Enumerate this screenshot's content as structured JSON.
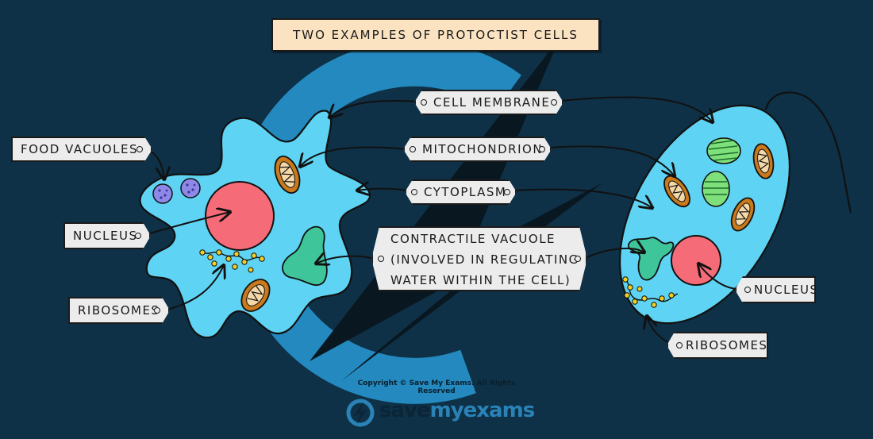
{
  "title": "TWO EXAMPLES OF PROTOCTIST CELLS",
  "labels": {
    "cell_membrane": "CELL MEMBRANE",
    "mitochondrion": "MITOCHONDRION",
    "cytoplasm": "CYTOPLASM",
    "contractile_vacuole": [
      "CONTRACTILE VACUOLE",
      "(INVOLVED IN REGULATING",
      "WATER WITHIN THE CELL)"
    ],
    "food_vacuoles": "FOOD VACUOLES",
    "nucleus_left": "NUCLEUS",
    "ribosomes_left": "RIBOSOMES",
    "nucleus_right": "NUCLEUS",
    "ribosomes_right": "RIBOSOMES"
  },
  "footer": {
    "copyright": "Copyright © Save My Exams. All Rights Reserved",
    "logo_part1": "save",
    "logo_part2": "myexams"
  },
  "colors": {
    "background": "#0e3147",
    "cell_fill": "#5fd3f3",
    "nucleus": "#f56b78",
    "mitochondrion": "#c97a1c",
    "chloroplast": "#7ee07a",
    "contractile_vacuole": "#3ec69a",
    "food_vacuole": "#8e88e8",
    "ribosome": "#f2d023",
    "title_bg": "#fbe3c1",
    "label_bg": "#ececec"
  }
}
